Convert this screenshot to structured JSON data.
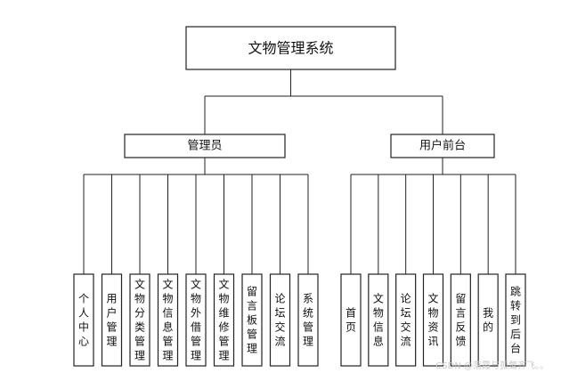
{
  "diagram": {
    "root": "文物管理系统",
    "branches": [
      {
        "label": "管理员",
        "children": [
          "个人中心",
          "用户管理",
          "文物分类管理",
          "文物信息管理",
          "文物外借管理",
          "文物维修管理",
          "留言板管理",
          "论坛交流",
          "系统管理"
        ]
      },
      {
        "label": "用户前台",
        "children": [
          "首页",
          "文物信息",
          "论坛交流",
          "文物资讯",
          "留言反馈",
          "我的",
          "跳转到后台"
        ]
      }
    ]
  },
  "watermark": "CSDN @落霞与孤鹜齐飞。。"
}
